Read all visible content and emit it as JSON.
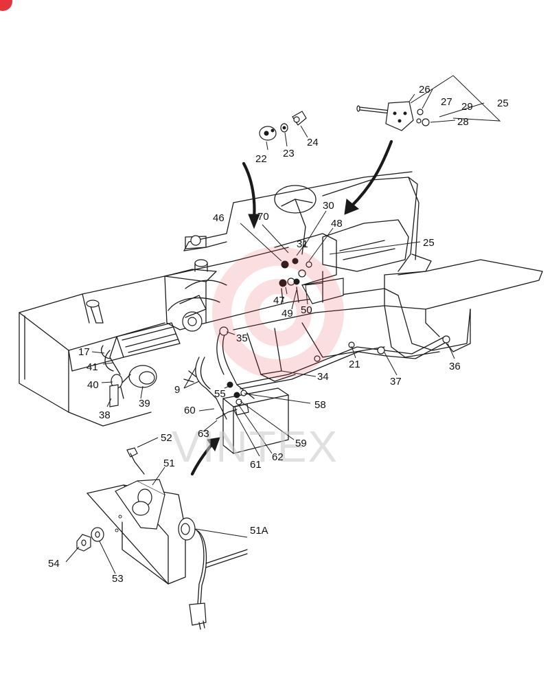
{
  "callouts": {
    "c9": "9",
    "c17": "17",
    "c21": "21",
    "c22": "22",
    "c23": "23",
    "c24": "24",
    "c25_top": "25",
    "c25_mid": "25",
    "c26": "26",
    "c27": "27",
    "c28": "28",
    "c29": "29",
    "c30": "30",
    "c31": "31",
    "c34": "34",
    "c35": "35",
    "c36": "36",
    "c37": "37",
    "c38": "38",
    "c39": "39",
    "c40": "40",
    "c41": "41",
    "c46": "46",
    "c47": "47",
    "c48": "48",
    "c49": "49",
    "c50": "50",
    "c51": "51",
    "c51a": "51A",
    "c52": "52",
    "c53": "53",
    "c54": "54",
    "c55": "55",
    "c58": "58",
    "c59": "59",
    "c60": "60",
    "c61": "61",
    "c62": "62",
    "c63": "63",
    "c70": "70"
  },
  "watermark": {
    "text": "VINTEX",
    "color": "#e8333a"
  },
  "corner_badge": {
    "color": "#e8333a"
  }
}
